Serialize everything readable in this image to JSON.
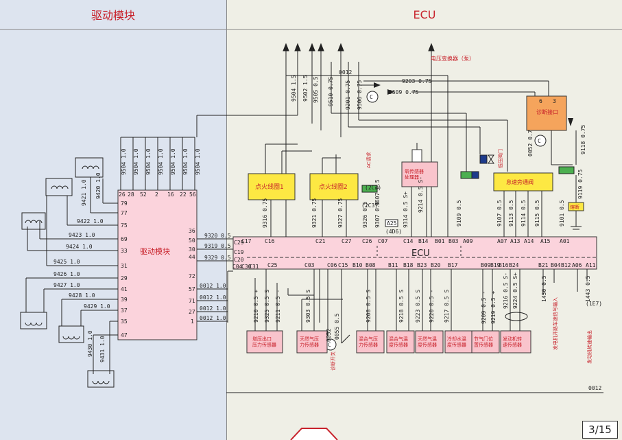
{
  "header": {
    "left_title": "驱动模块",
    "right_title": "ECU"
  },
  "drive_module": {
    "label": "驱动模块",
    "top_pins": [
      "26",
      "28",
      "52",
      "2",
      "16",
      "22",
      "56"
    ],
    "left_pins": [
      "79",
      "77",
      "75",
      "69",
      "33",
      "31",
      "29",
      "41",
      "39",
      "37",
      "35",
      "47"
    ],
    "right_pins": [
      "36",
      "50",
      "30",
      "44",
      "72",
      "57",
      "71",
      "27",
      "1"
    ],
    "top_wires": [
      "9504 1.0",
      "9504 1.0",
      "9504 1.0",
      "9504 1.0",
      "9504 1.0",
      "9504 1.0",
      "9504 1.0"
    ],
    "left_wires": [
      "9421 1.0",
      "9420 1.0",
      "9422 1.0",
      "9423 1.0",
      "9424 1.0",
      "9425 1.0",
      "9426 1.0",
      "9427 1.0",
      "9428 1.0",
      "9429 1.0",
      "9430 1.0",
      "9431 1.0"
    ],
    "right_wires": [
      "9320 0.5",
      "9319 0.5",
      "9329 0.5",
      "0012 1.0",
      "0012 1.0",
      "0012 1.0",
      "0012 1.0"
    ]
  },
  "ecu": {
    "label": "ECU",
    "left_pins": [
      "C29",
      "C19",
      "C20",
      "C04",
      "C30",
      "C31"
    ],
    "top_pins": [
      "C17",
      "C16",
      "C21",
      "C27",
      "C26",
      "C07",
      "C14",
      "B14",
      "B01",
      "B03",
      "A09",
      "A07",
      "A13",
      "A14",
      "A15",
      "A01"
    ],
    "bottom_pins": [
      "C25",
      "C03",
      "C06",
      "C15",
      "B10",
      "B08",
      "B11",
      "B18",
      "B23",
      "B20",
      "B17",
      "B09",
      "B19",
      "B16",
      "B24",
      "B21",
      "B04",
      "B12",
      "A06",
      "A11"
    ]
  },
  "top_wires": [
    "9504 1.5",
    "9502 1.5",
    "9505 0.5",
    "9510 0.75",
    "9201 0.75",
    "9506 0.75",
    "0012",
    "9203 0.75",
    "9509 0.75",
    "0052 0.75",
    "9118 0.75",
    "9119 0.75"
  ],
  "mid_wires": [
    "9316 0.75",
    "9321 0.75",
    "9327 0.75",
    "9326 0.5",
    "9307 0.5",
    "9607 0.5",
    "9314 0.5 S+",
    "9214 0.5 S-",
    "9109 0.5",
    "9107 0.5",
    "9113 0.5",
    "9114 0.5",
    "9115 0.5",
    "9101 0.5"
  ],
  "bottom_wires": [
    "9210 0.5 +",
    "9325 0.5 S",
    "9211 0.5 -",
    "9303 0.5 S",
    "0052",
    "0055 0.5",
    "9208 0.5 S",
    "9218 0.5 S",
    "9223 0.5 S",
    "9220 0.5 -",
    "9217 0.5 S",
    "9209 0.5 -",
    "9219 0.5 +",
    "9216 0.5 S-",
    "9224 0.5 S+",
    "1430 0.5",
    "1443 0.5",
    "0012"
  ],
  "components": {
    "ignition_coil_1": "点火线圈1",
    "ignition_coil_2": "点火线圈2",
    "oxygen_sensor": "氧传感器\n处理器",
    "idle_valve": "怠速旁通阀",
    "diag_port": "诊断接口",
    "fuse": "熔断",
    "voltage_converter": "电压变换器（泵）",
    "ac_request": "AC请求",
    "low_pressure_valve": "低压阀门",
    "boost_sensor": "增压出口\n压力传感器",
    "gas_pressure_sensor": "天然气压\n力传感器",
    "diag_switch": "诊断开关",
    "mix_pressure_sensor": "混合气压\n力传感器",
    "mix_temp_sensor": "混合气温\n度传感器",
    "gas_temp_sensor": "天然气温\n度传感器",
    "coolant_temp_sensor": "冷却水温\n度传感器",
    "throttle_sensor": "节气门位\n置传感器",
    "engine_speed_sensor": "发动机转\n速传感器",
    "vehicle_speed_input": "发电机开路车速信号输入",
    "engine_speed_output": "发动机转速输出",
    "ie7": "(1E7)",
    "a25": "A25",
    "d406": "(4D6)",
    "c2c3a": "(2C3)",
    "c2c3b": "(2C3)"
  },
  "page_indicator": "3/15",
  "colors": {
    "left_bg": "#dde4ef",
    "right_bg": "#efefe6",
    "module_fill": "#fbd3dc",
    "coil_fill": "#fde843",
    "sensor_fill": "#f9c4cc",
    "diag_fill": "#f5a45c"
  }
}
